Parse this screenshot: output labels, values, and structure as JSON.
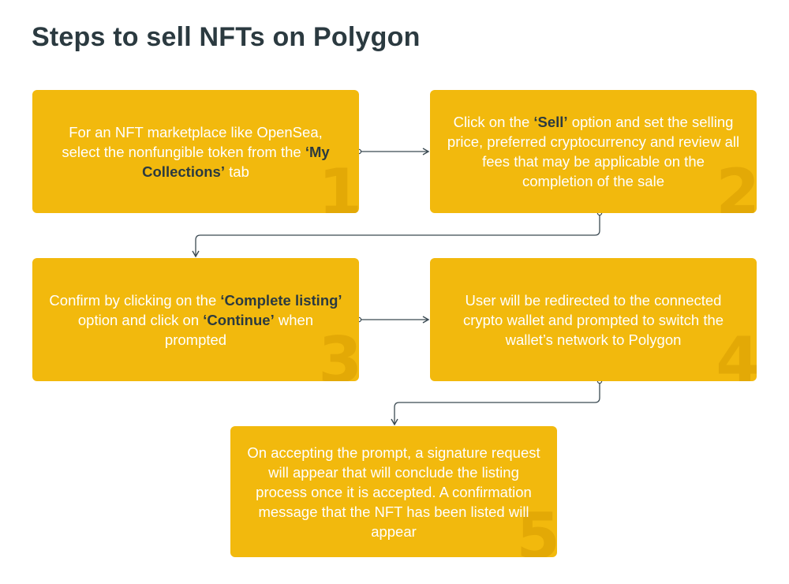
{
  "title": "Steps to sell NFTs on Polygon",
  "steps": [
    {
      "number": "1",
      "segments": [
        {
          "text": "For an NFT marketplace like OpenSea, select the nonfungible token from the ",
          "bold": false
        },
        {
          "text": "‘My Collections’",
          "bold": true
        },
        {
          "text": " tab",
          "bold": false
        }
      ]
    },
    {
      "number": "2",
      "segments": [
        {
          "text": "Click on the ",
          "bold": false
        },
        {
          "text": "‘Sell’",
          "bold": true
        },
        {
          "text": " option and set the selling price, preferred cryptocurrency and review all fees that may be applicable on the completion of the sale",
          "bold": false
        }
      ]
    },
    {
      "number": "3",
      "segments": [
        {
          "text": "Confirm by clicking on the ",
          "bold": false
        },
        {
          "text": "‘Complete listing’",
          "bold": true
        },
        {
          "text": " option and click on ",
          "bold": false
        },
        {
          "text": "‘Continue’",
          "bold": true
        },
        {
          "text": " when prompted",
          "bold": false
        }
      ]
    },
    {
      "number": "4",
      "segments": [
        {
          "text": "User will be redirected to the connected crypto wallet and prompted to switch the wallet’s network to Polygon",
          "bold": false
        }
      ]
    },
    {
      "number": "5",
      "segments": [
        {
          "text": "On accepting the prompt, a signature request will appear that will conclude the listing process once it is accepted. A confirmation message that the NFT has been listed will appear",
          "bold": false
        }
      ]
    }
  ],
  "colors": {
    "box": "#f2b90d",
    "number": "#e3a906",
    "title": "#2b3a40",
    "bold_text": "#2b3a40",
    "connector": "#3b4a52"
  }
}
